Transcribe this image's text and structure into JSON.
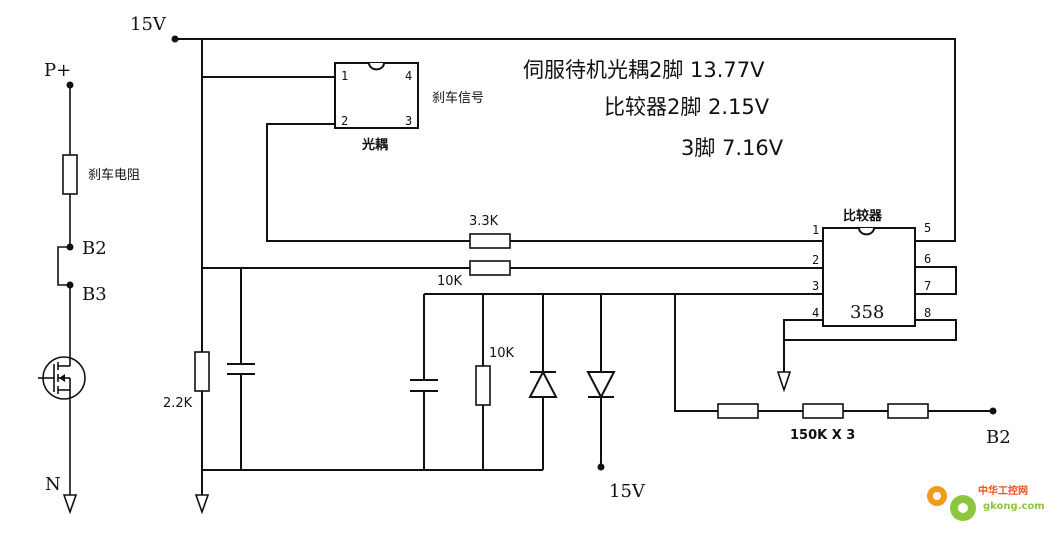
{
  "labels": {
    "supply_top": "15V",
    "p_plus": "P+",
    "brake_resistor": "刹车电阻",
    "b2_left": "B2",
    "b3": "B3",
    "n_label": "N",
    "optocoupler_name": "光耦",
    "brake_signal": "刹车信号",
    "comparator_name": "比较器",
    "comparator_part": "358",
    "r_3k3": "3.3K",
    "r_10k_top": "10K",
    "r_10k_mid": "10K",
    "r_2k2": "2.2K",
    "r_150k": "150K X 3",
    "supply_bottom": "15V",
    "b2_right": "B2"
  },
  "opto_pins": [
    "1",
    "4",
    "2",
    "3"
  ],
  "comp_pins": [
    "1",
    "2",
    "3",
    "4",
    "5",
    "6",
    "7",
    "8"
  ],
  "notes": {
    "line1": "伺服待机光耦2脚 13.77V",
    "line2": "比较器2脚  2.15V",
    "line3": "3脚  7.16V"
  },
  "watermark": {
    "cn": "中华工控网",
    "site": "gkong.com",
    "colors": {
      "gear_orange": "#f29a1b",
      "gear_green": "#8dc63f",
      "text_red": "#e8541e"
    }
  }
}
